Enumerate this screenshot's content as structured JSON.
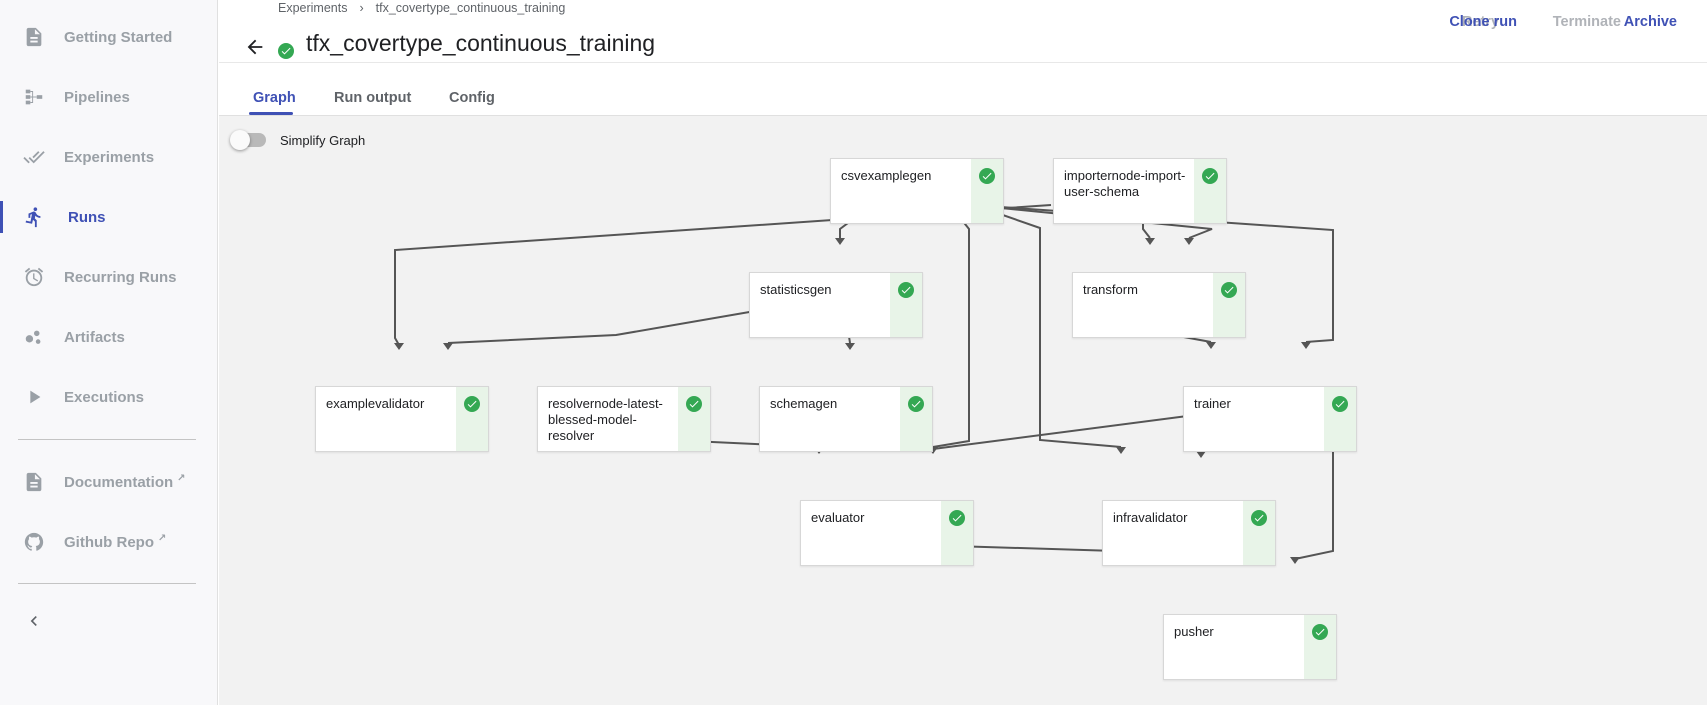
{
  "sidebar": {
    "items": [
      {
        "label": "Getting Started",
        "icon": "document-icon"
      },
      {
        "label": "Pipelines",
        "icon": "pipeline-icon"
      },
      {
        "label": "Experiments",
        "icon": "double-check-icon"
      },
      {
        "label": "Runs",
        "icon": "run-icon",
        "active": true
      },
      {
        "label": "Recurring Runs",
        "icon": "alarm-clock-icon"
      },
      {
        "label": "Artifacts",
        "icon": "bubbles-icon"
      },
      {
        "label": "Executions",
        "icon": "play-icon"
      }
    ],
    "links": [
      {
        "label": "Documentation",
        "icon": "document-icon"
      },
      {
        "label": "Github Repo",
        "icon": "github-icon"
      }
    ],
    "collapse_icon": "chevron-left-icon"
  },
  "header": {
    "breadcrumbs": [
      "Experiments",
      "tfx_covertype_continuous_training"
    ],
    "breadcrumb_separator": "›",
    "title": "tfx_covertype_continuous_training",
    "actions": [
      {
        "label": "Retry",
        "enabled": false
      },
      {
        "label": "Clone run",
        "enabled": true
      },
      {
        "label": "Terminate",
        "enabled": false
      },
      {
        "label": "Archive",
        "enabled": true
      }
    ],
    "tabs": [
      "Graph",
      "Run output",
      "Config"
    ],
    "active_tab": "Graph"
  },
  "graph": {
    "simplify_label": "Simplify Graph",
    "simplify_enabled": false,
    "nodes": [
      {
        "id": "csvexamplegen",
        "label": "csvexamplegen",
        "status": "succeeded"
      },
      {
        "id": "importernode",
        "label": "importernode-import-user-schema",
        "status": "succeeded"
      },
      {
        "id": "statisticsgen",
        "label": "statisticsgen",
        "status": "succeeded"
      },
      {
        "id": "transform",
        "label": "transform",
        "status": "succeeded"
      },
      {
        "id": "examplevalidator",
        "label": "examplevalidator",
        "status": "succeeded"
      },
      {
        "id": "resolvernode",
        "label": "resolvernode-latest-blessed-model-resolver",
        "status": "succeeded"
      },
      {
        "id": "schemagen",
        "label": "schemagen",
        "status": "succeeded"
      },
      {
        "id": "trainer",
        "label": "trainer",
        "status": "succeeded"
      },
      {
        "id": "evaluator",
        "label": "evaluator",
        "status": "succeeded"
      },
      {
        "id": "infravalidator",
        "label": "infravalidator",
        "status": "succeeded"
      },
      {
        "id": "pusher",
        "label": "pusher",
        "status": "succeeded"
      }
    ]
  },
  "colors": {
    "accent": "#3f51b5",
    "success": "#34a853",
    "status_panel": "#e8f4e8",
    "disabled": "#b0b3b8"
  }
}
